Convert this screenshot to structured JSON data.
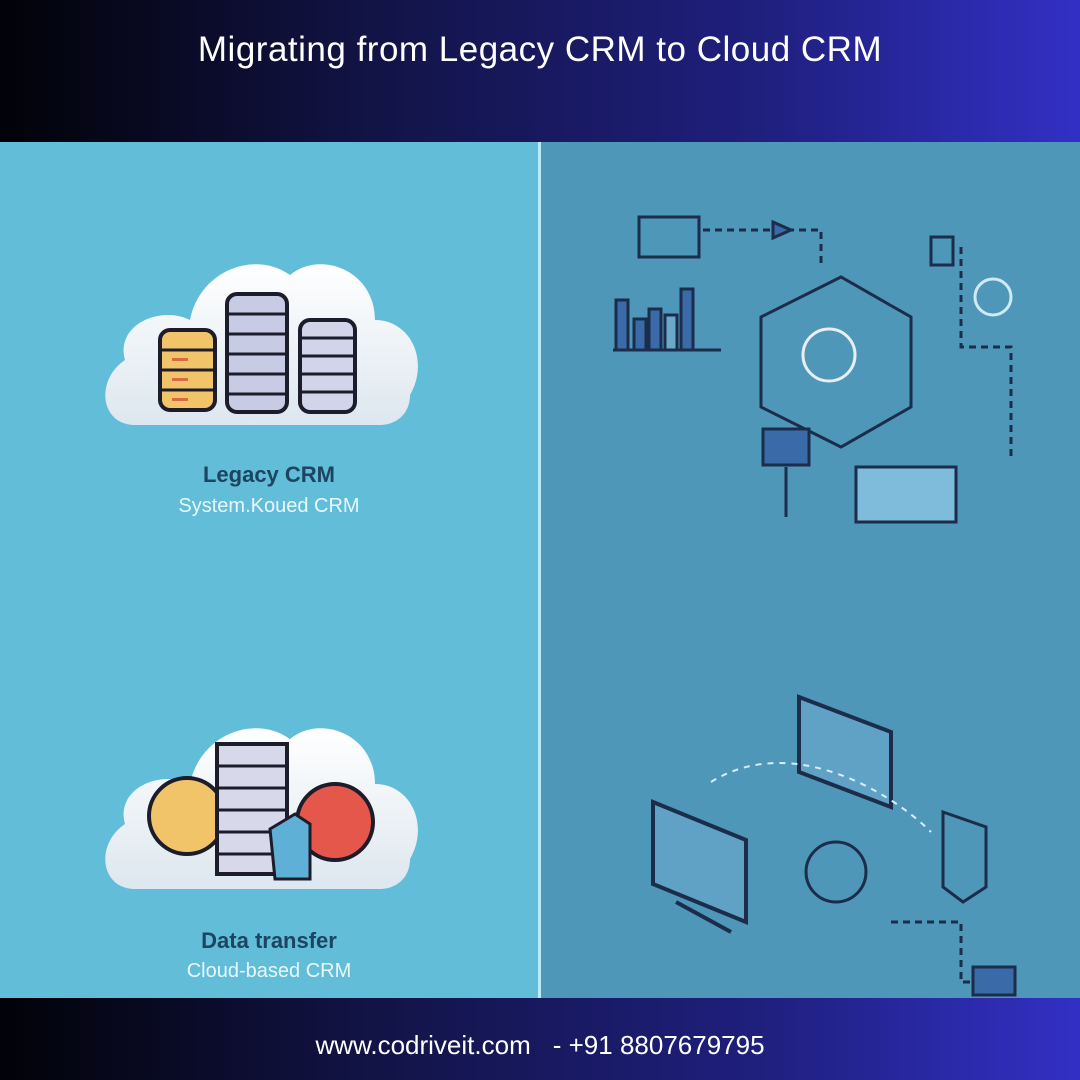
{
  "header": {
    "title": "Migrating from Legacy CRM to Cloud CRM"
  },
  "left_panel": {
    "cards": [
      {
        "title": "Legacy CRM",
        "subtitle": "System.Koued CRM",
        "icon": "cloud-with-database-servers-icon"
      },
      {
        "title": "Data transfer",
        "subtitle": "Cloud-based CRM",
        "icon": "cloud-with-server-and-users-icon"
      }
    ]
  },
  "right_panel": {
    "top_illustration": "workflow-network-diagram-illustration",
    "bottom_illustration": "cloud-devices-support-illustration"
  },
  "footer": {
    "website": "www.codriveit.com",
    "phone": "- +91 8807679795"
  },
  "colors": {
    "header_gradient_start": "#020208",
    "header_gradient_end": "#3230c4",
    "left_bg": "#62bdd8",
    "right_bg": "#4f97b9",
    "divider": "#b9ecf6",
    "card_title": "#1d4460",
    "card_subtitle": "#e9f8fc"
  }
}
